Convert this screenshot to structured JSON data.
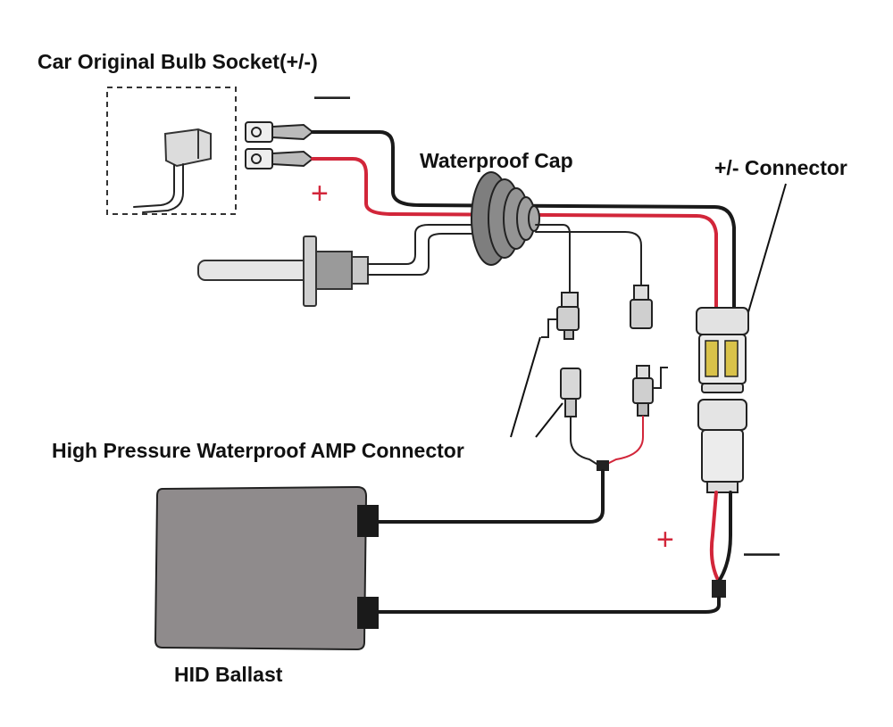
{
  "labels": {
    "socket": "Car Original Bulb Socket(+/-)",
    "waterproof_cap": "Waterproof Cap",
    "connector": "+/- Connector",
    "amp_connector": "High Pressure Waterproof AMP Connector",
    "ballast": "HID Ballast"
  },
  "signs": {
    "socket_negative": "—",
    "socket_positive": "+",
    "ballast_positive": "+",
    "ballast_negative": "—"
  },
  "colors": {
    "positive_wire": "#d2263a",
    "negative_wire": "#1a1a1a",
    "ballast_body": "#8f8b8c"
  }
}
